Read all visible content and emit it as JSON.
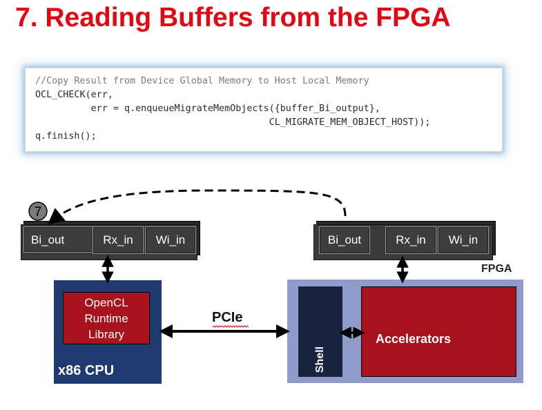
{
  "title": "7. Reading Buffers from the FPGA",
  "code": {
    "comment": "//Copy Result from Device Global Memory to Host Local Memory",
    "line1": "OCL_CHECK(err,",
    "line2": "          err = q.enqueueMigrateMemObjects({buffer_Bi_output},",
    "line3": "                                          CL_MIGRATE_MEM_OBJECT_HOST));",
    "line4": "q.finish();"
  },
  "host": {
    "buffers": [
      "Bi_out",
      "Rx_in",
      "Wi_in"
    ],
    "cpu_label": "x86 CPU",
    "runtime_lines": [
      "OpenCL",
      "Runtime",
      "Library"
    ]
  },
  "fpga": {
    "label": "FPGA",
    "buffers": [
      "Bi_out",
      "Rx_in",
      "Wi_in"
    ],
    "shell_label": "Shell",
    "accelerators_label": "Accelerators"
  },
  "link_label": "PCIe",
  "step_number": "7",
  "colors": {
    "title": "#e30613",
    "cpu_bg": "#1f3a6e",
    "runtime_bg": "#a8121c",
    "fpga_bg": "#8e9bcb",
    "shell_bg": "#1a2440",
    "accelerators_bg": "#a8121c",
    "buffer_bg": "#3d3d3d"
  }
}
